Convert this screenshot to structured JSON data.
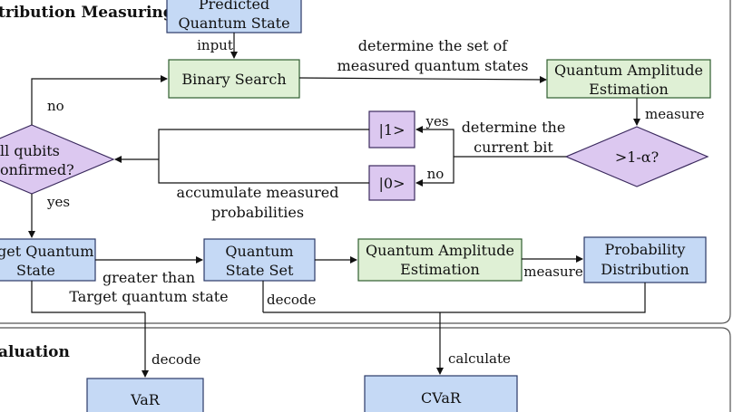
{
  "sections": {
    "top_title": "tribution Measuring",
    "bottom_title": "aluation"
  },
  "nodes": {
    "predicted": [
      "Predicted",
      "Quantum State"
    ],
    "binary_search": "Binary Search",
    "qae_top": [
      "Quantum Amplitude",
      "Estimation"
    ],
    "threshold": ">1-α?",
    "ket1": "|1>",
    "ket0": "|0>",
    "all_qubits": [
      "ll qubits",
      "onfirmed?"
    ],
    "target": [
      "get Quantum",
      "State"
    ],
    "state_set": [
      "Quantum",
      "State  Set"
    ],
    "qae_bottom": [
      "Quantum Amplitude",
      "Estimation"
    ],
    "prob_dist": [
      "Probability",
      "Distribution"
    ],
    "var": "VaR",
    "cvar": "CVaR"
  },
  "edges": {
    "input": "input",
    "determine_set": [
      "determine the set of",
      "measured quantum states"
    ],
    "measure_top": "measure",
    "determine_bit": [
      "determine the",
      "current bit"
    ],
    "yes_top": "yes",
    "no_mid": "no",
    "accumulate": [
      "accumulate measured",
      "probabilities"
    ],
    "no_left": "no",
    "yes_left": "yes",
    "greater": [
      "greater than",
      "Target quantum state"
    ],
    "decode_mid": "decode",
    "measure_bottom": "measure",
    "decode_var": "decode",
    "calculate": "calculate"
  }
}
